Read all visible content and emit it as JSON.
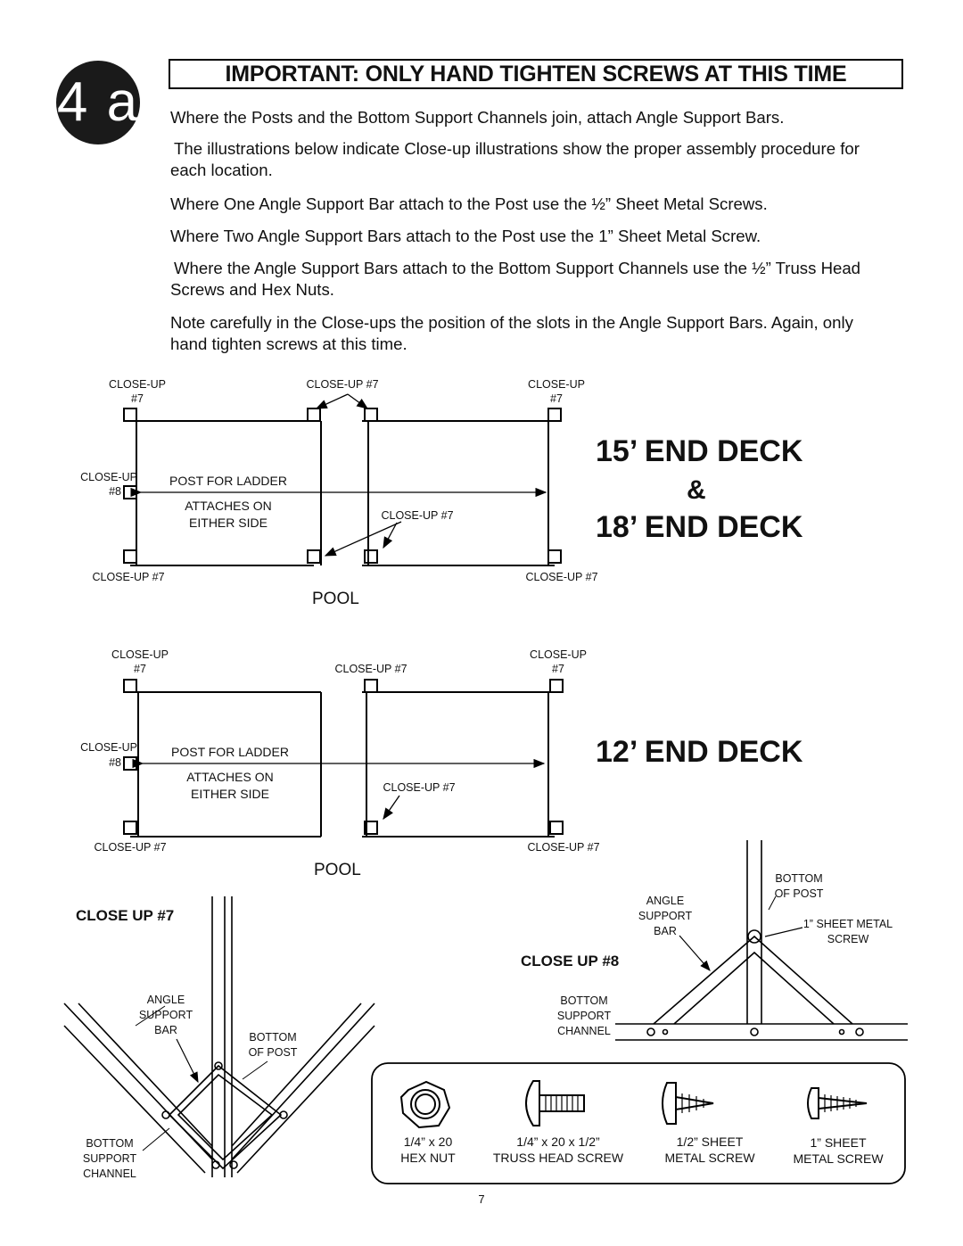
{
  "step": "4 a",
  "warning": "IMPORTANT: ONLY HAND TIGHTEN SCREWS AT THIS TIME",
  "paragraphs": [
    "Where the Posts and the Bottom Support Channels join, attach Angle Support Bars.",
    "The illustrations below indicate Close-up illustrations show the proper assembly procedure for each location.",
    "Where One Angle Support Bar attach to the Post  use  the ½” Sheet Metal Screws.",
    "Where Two Angle Support Bars attach to the Post use the 1” Sheet Metal Screw.",
    "Where the Angle Support Bars attach to the Bottom Support Channels use the ½” Truss Head Screws and Hex Nuts.",
    "Note carefully in the Close-ups the position of the slots in the Angle Support Bars. Again, only hand tighten screws at this time."
  ],
  "diagram1": {
    "title_a": "15’ END DECK",
    "amp": "&",
    "title_b": "18’ END DECK",
    "closeup_top_left": "CLOSE-UP",
    "closeup_top_left_num": "#7",
    "closeup_top_center": "CLOSE-UP #7",
    "closeup_top_right": "CLOSE-UP",
    "closeup_top_right_num": "#7",
    "closeup_mid_left": "CLOSE-UP",
    "closeup_mid_left_num": "#8",
    "post_for_ladder": "POST FOR LADDER",
    "attaches_on": "ATTACHES ON",
    "either_side": "EITHER SIDE",
    "closeup_mid_center": "CLOSE-UP #7",
    "closeup_bottom_left": "CLOSE-UP #7",
    "closeup_bottom_right": "CLOSE-UP #7",
    "pool": "POOL"
  },
  "diagram2": {
    "title": "12’ END DECK",
    "closeup_top_left": "CLOSE-UP",
    "closeup_top_left_num": "#7",
    "closeup_top_center": "CLOSE-UP #7",
    "closeup_top_right": "CLOSE-UP",
    "closeup_top_right_num": "#7",
    "closeup_mid_left": "CLOSE-UP",
    "closeup_mid_left_num": "#8",
    "post_for_ladder": "POST FOR LADDER",
    "attaches_on": "ATTACHES ON",
    "either_side": "EITHER SIDE",
    "closeup_mid_center": "CLOSE-UP #7",
    "closeup_bottom_left": "CLOSE-UP #7",
    "closeup_bottom_right": "CLOSE-UP #7",
    "pool": "POOL"
  },
  "closeup7": {
    "title": "CLOSE UP #7",
    "angle": "ANGLE",
    "support": "SUPPORT",
    "bar": "BAR",
    "bottom_of_post_1": "BOTTOM",
    "bottom_of_post_2": "OF POST",
    "channel_1": "BOTTOM",
    "channel_2": "SUPPORT",
    "channel_3": "CHANNEL"
  },
  "closeup8": {
    "title": "CLOSE UP #8",
    "bottom_of_post_1": "BOTTOM",
    "bottom_of_post_2": "OF POST",
    "angle": "ANGLE",
    "support": "SUPPORT",
    "bar": "BAR",
    "screw_1": "1” SHEET METAL",
    "screw_2": "SCREW",
    "channel_1": "BOTTOM",
    "channel_2": "SUPPORT",
    "channel_3": "CHANNEL"
  },
  "hardware": [
    {
      "line1": "1/4” x 20",
      "line2": "HEX NUT"
    },
    {
      "line1": "1/4” x 20 x 1/2”",
      "line2": "TRUSS HEAD SCREW"
    },
    {
      "line1": "1/2” SHEET",
      "line2": "METAL SCREW"
    },
    {
      "line1": "1” SHEET",
      "line2": "METAL SCREW"
    }
  ],
  "page_number": "7"
}
